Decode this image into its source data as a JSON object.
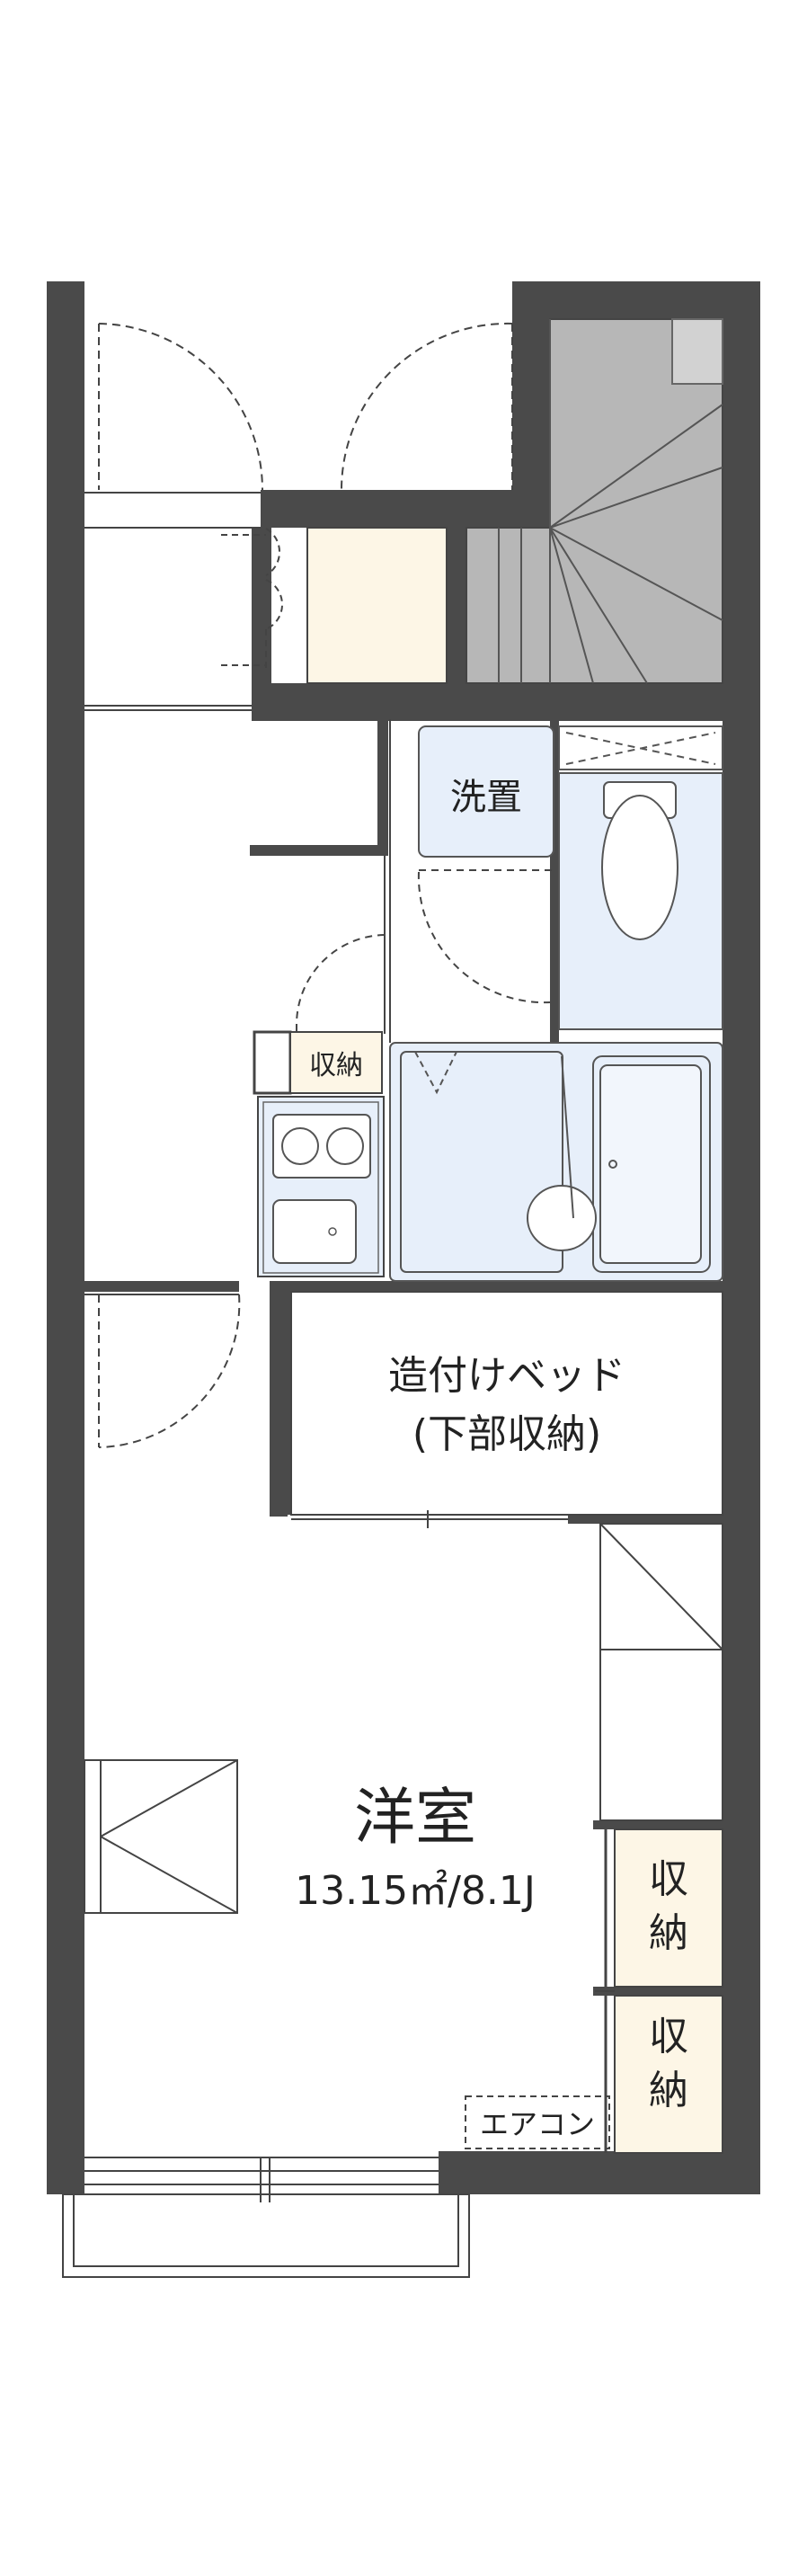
{
  "rooms": {
    "washer_label": "洗置",
    "storage_small_label": "収納",
    "bed_line1": "造付けベッド",
    "bed_line2": "(下部収納)",
    "western_room_label": "洋室",
    "western_room_area": "13.15㎡/8.1J",
    "closet1_char1": "収",
    "closet1_char2": "納",
    "closet2_char1": "収",
    "closet2_char2": "納",
    "aircon_label": "エアコン"
  },
  "colors": {
    "wall": "#4a4a4a",
    "water_area": "#e7effa",
    "storage_fill": "#fdf6e6",
    "stair_fill": "#b7b7b7",
    "line": "#555555"
  }
}
